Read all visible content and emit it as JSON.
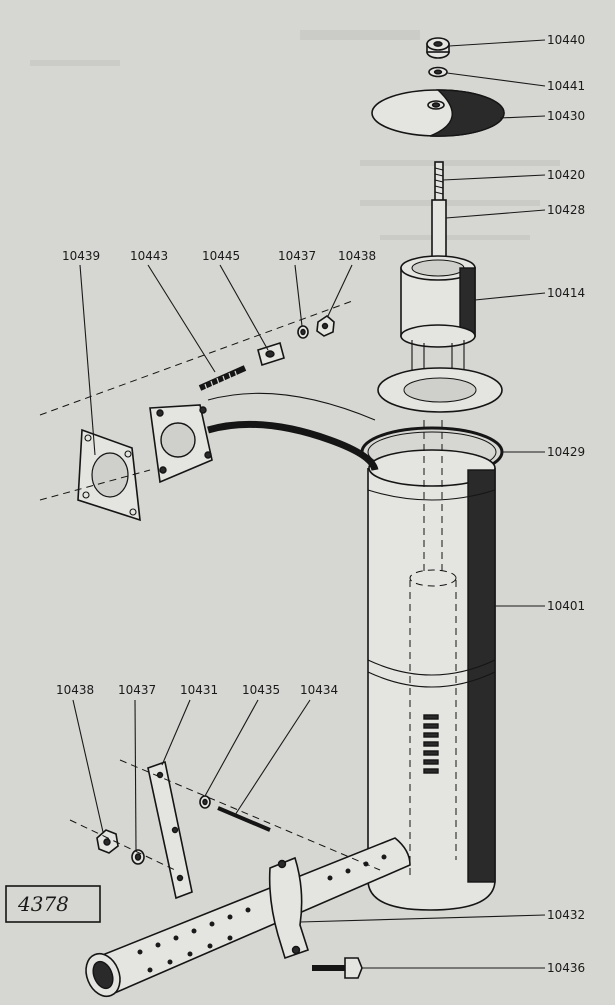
{
  "drawing": {
    "reference": "4378",
    "part_numbers": {
      "p10440": "10440",
      "p10441": "10441",
      "p10430": "10430",
      "p10420": "10420",
      "p10428": "10428",
      "p10414": "10414",
      "p10429": "10429",
      "p10401": "10401",
      "p10432": "10432",
      "p10436": "10436",
      "p10439": "10439",
      "p10443": "10443",
      "p10445": "10445",
      "p10437a": "10437",
      "p10438a": "10438",
      "p10438b": "10438",
      "p10437b": "10437",
      "p10431": "10431",
      "p10435": "10435",
      "p10434": "10434"
    }
  }
}
